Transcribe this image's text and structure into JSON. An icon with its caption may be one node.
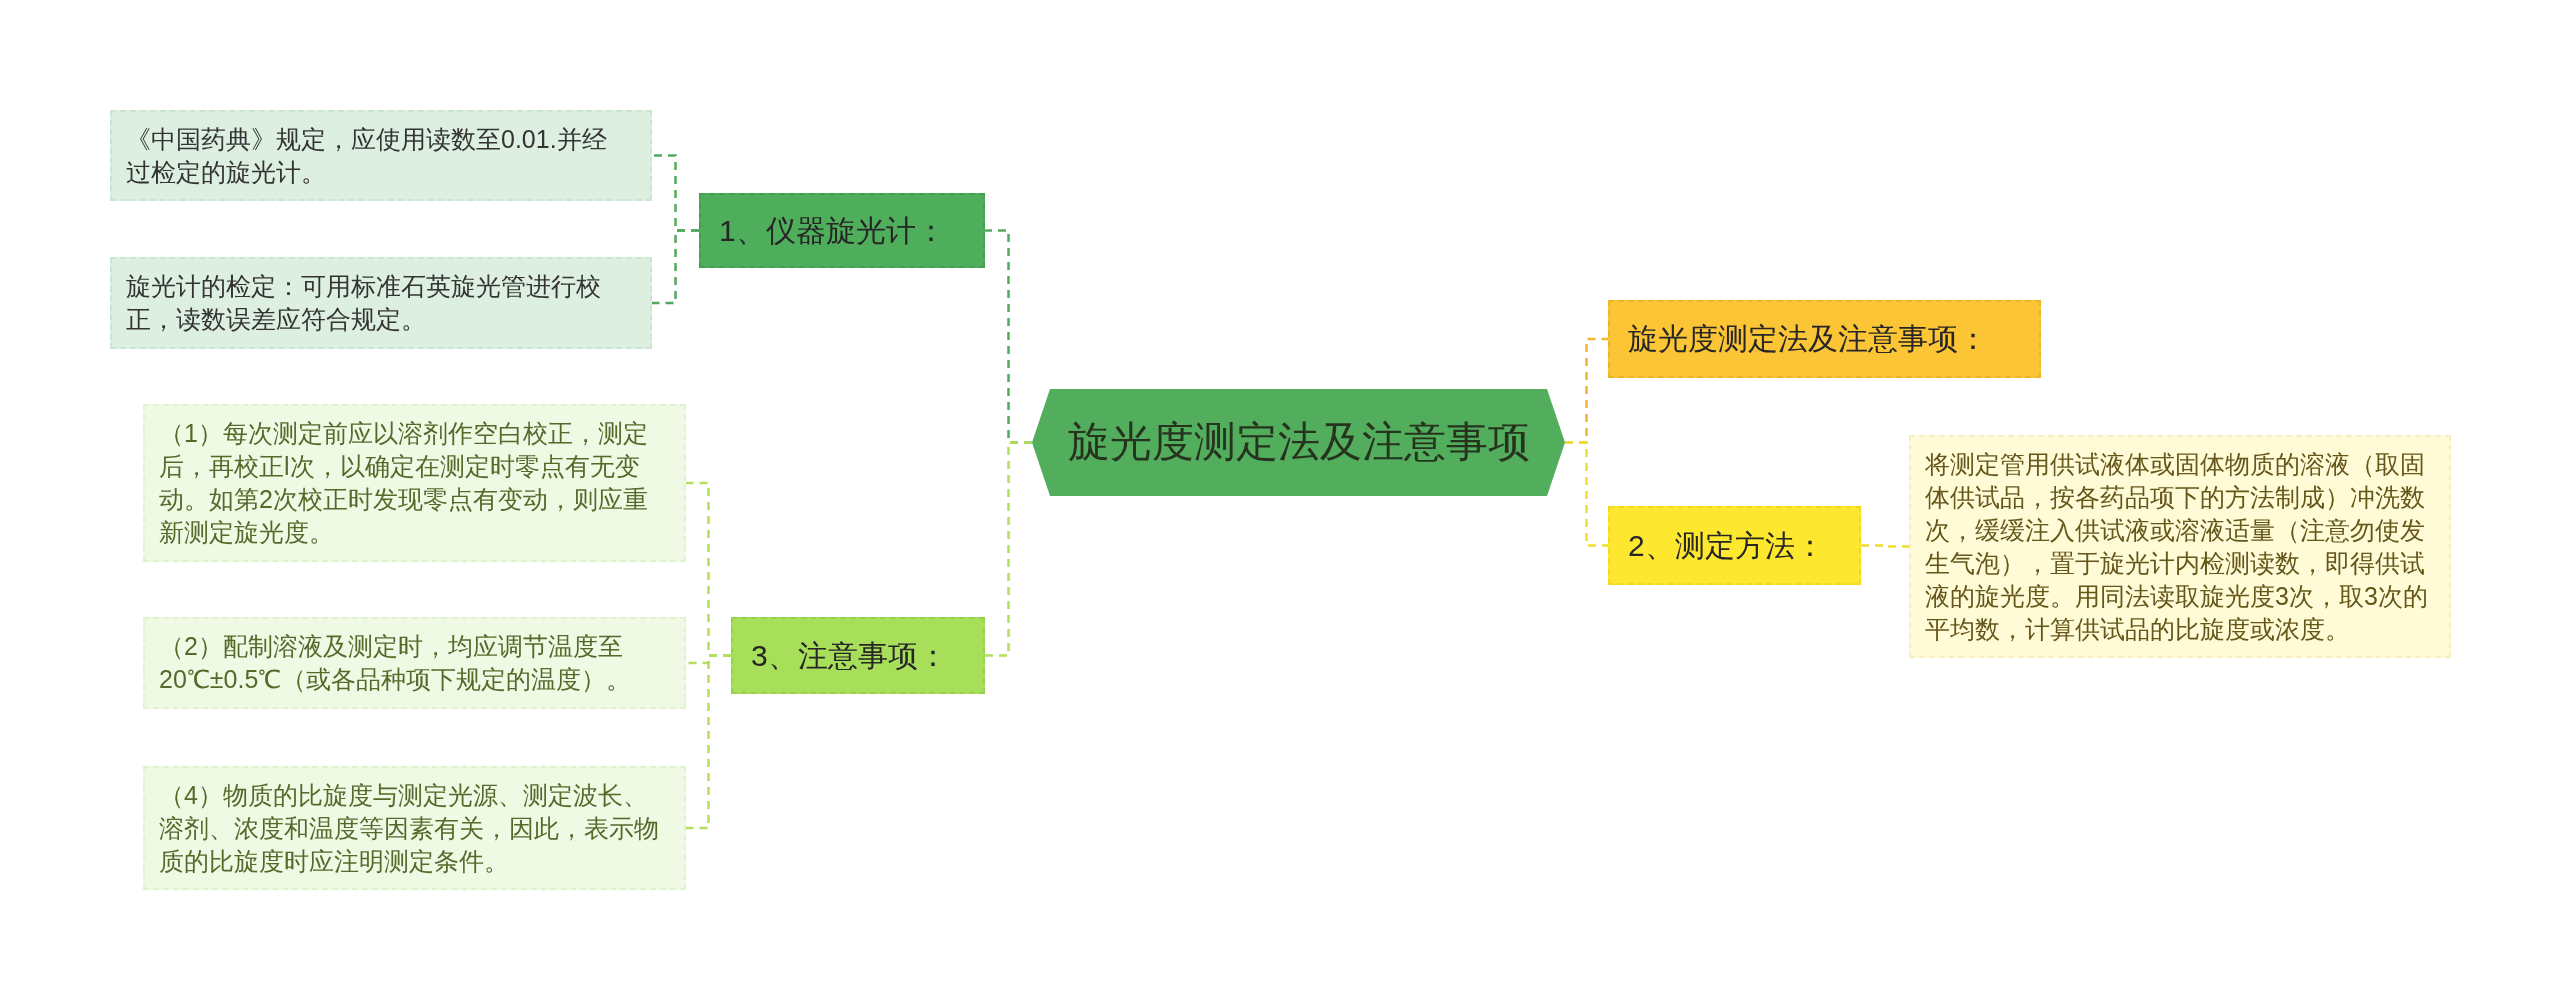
{
  "diagram": {
    "nodes": [
      {
        "text": [
          "旋光度测定法及注意事项"
        ]
      },
      {
        "text": [
          "1、仪器旋光计："
        ]
      },
      {
        "text": [
          "《中国药典》规定，应使用读数至0.01.并经过检定的旋光计。"
        ]
      },
      {
        "text": [
          "旋光计的检定：可用标准石英旋光管进行校正，读数误差应符合规定。"
        ]
      },
      {
        "text": [
          "3、注意事项："
        ]
      },
      {
        "text": [
          "（1）每次测定前应以溶剂作空白校正，测定后，再校正l次，以确定在测定时零点有无变动。如第2次校正时发现零点有变动，则应重新测定旋光度。"
        ]
      },
      {
        "text": [
          "（2）配制溶液及测定时，均应调节温度至20℃±0.5℃（或各品种项下规定的温度）。"
        ]
      },
      {
        "text": [
          "（4）物质的比旋度与测定光源、测定波长、溶剂、浓度和温度等因素有关，因此，表示物质的比旋度时应注明测定条件。"
        ]
      },
      {
        "text": [
          "旋光度测定法及注意事项："
        ]
      },
      {
        "text": [
          "2、测定方法："
        ]
      },
      {
        "text": [
          "将测定管用供试液体或固体物质的溶液（取固体供试品，按各药品项下的方法制成）冲洗数次，缓缓注入供试液或溶液适量（注意勿使发生气泡），置于旋光计内检测读数，即得供试液的旋光度。用同法读取旋光度3次，取3次的平均数，计算供试品的比旋度或浓度。"
        ]
      }
    ],
    "edges": [
      {
        "from": 0,
        "to": 1,
        "arrow": "none",
        "style": "dashed",
        "color": "#52a95c"
      },
      {
        "from": 1,
        "to": 2,
        "arrow": "none",
        "style": "dashed",
        "color": "#52a95c"
      },
      {
        "from": 1,
        "to": 3,
        "arrow": "none",
        "style": "dashed",
        "color": "#52a95c"
      },
      {
        "from": 0,
        "to": 4,
        "arrow": "none",
        "style": "dashed"
      },
      {
        "from": 4,
        "to": 5,
        "arrow": "none",
        "style": "dashed"
      },
      {
        "from": 4,
        "to": 6,
        "arrow": "none",
        "style": "dashed"
      },
      {
        "from": 4,
        "to": 7,
        "arrow": "none",
        "style": "dashed"
      },
      {
        "from": 0,
        "to": 8,
        "arrow": "none",
        "style": "dashed",
        "color": "#f2b731"
      },
      {
        "from": 0,
        "to": 9,
        "arrow": "none",
        "style": "dashed",
        "color": "#f0dc2e"
      },
      {
        "from": 9,
        "to": 10,
        "arrow": "none",
        "style": "dashed",
        "color": "#f0dc2e"
      }
    ]
  }
}
